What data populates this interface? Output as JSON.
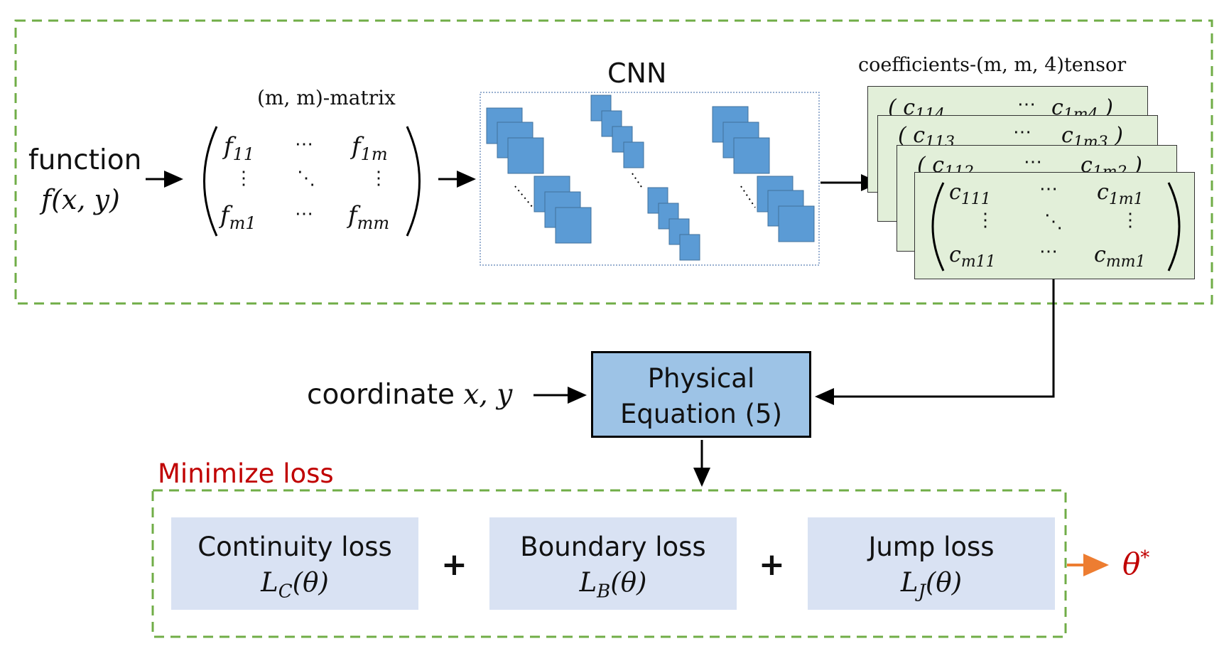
{
  "input": {
    "function_word": "function",
    "function_expr": "f(x, y)"
  },
  "matrix": {
    "caption": "(m, m)-matrix",
    "f11": "f",
    "f11_sub": "11",
    "f1m": "f",
    "f1m_sub": "1m",
    "fm1": "f",
    "fm1_sub": "m1",
    "fmm": "f",
    "fmm_sub": "mm",
    "hdots": "⋯",
    "vdots": "⋮",
    "ddots": "⋱"
  },
  "cnn": {
    "title": "CNN",
    "block_color": "#5b9bd5"
  },
  "tensor": {
    "caption": "coefficients-(m, m, 4)tensor",
    "layers": [
      {
        "left": "c",
        "left_sub": "114",
        "right": "c",
        "right_sub": "1m4"
      },
      {
        "left": "c",
        "left_sub": "113",
        "right": "c",
        "right_sub": "1m3"
      },
      {
        "left": "c",
        "left_sub": "112",
        "right": "c",
        "right_sub": "1m2"
      }
    ],
    "front": {
      "c111": "c",
      "c111_sub": "111",
      "c1m1": "c",
      "c1m1_sub": "1m1",
      "cm11": "c",
      "cm11_sub": "m11",
      "cmm1": "c",
      "cmm1_sub": "mm1"
    },
    "card_color": "#e2efd9"
  },
  "coordinate": {
    "label": "coordinate",
    "vars": "x, y"
  },
  "physical": {
    "line1": "Physical",
    "line2": "Equation (5)",
    "fill": "#9dc3e6"
  },
  "minimize": {
    "title": "Minimize loss",
    "title_color": "#c00000"
  },
  "losses": [
    {
      "name": "Continuity loss",
      "symbol": "L",
      "sub": "C",
      "arg": "(θ)"
    },
    {
      "name": "Boundary loss",
      "symbol": "L",
      "sub": "B",
      "arg": "(θ)"
    },
    {
      "name": "Jump loss",
      "symbol": "L",
      "sub": "J",
      "arg": "(θ)"
    }
  ],
  "plus": "+",
  "result": {
    "symbol": "θ",
    "sup": "*",
    "color": "#c00000",
    "arrow_color": "#ed7d31"
  },
  "colors": {
    "dash": "#70ad47",
    "loss_fill": "#d9e2f3"
  }
}
